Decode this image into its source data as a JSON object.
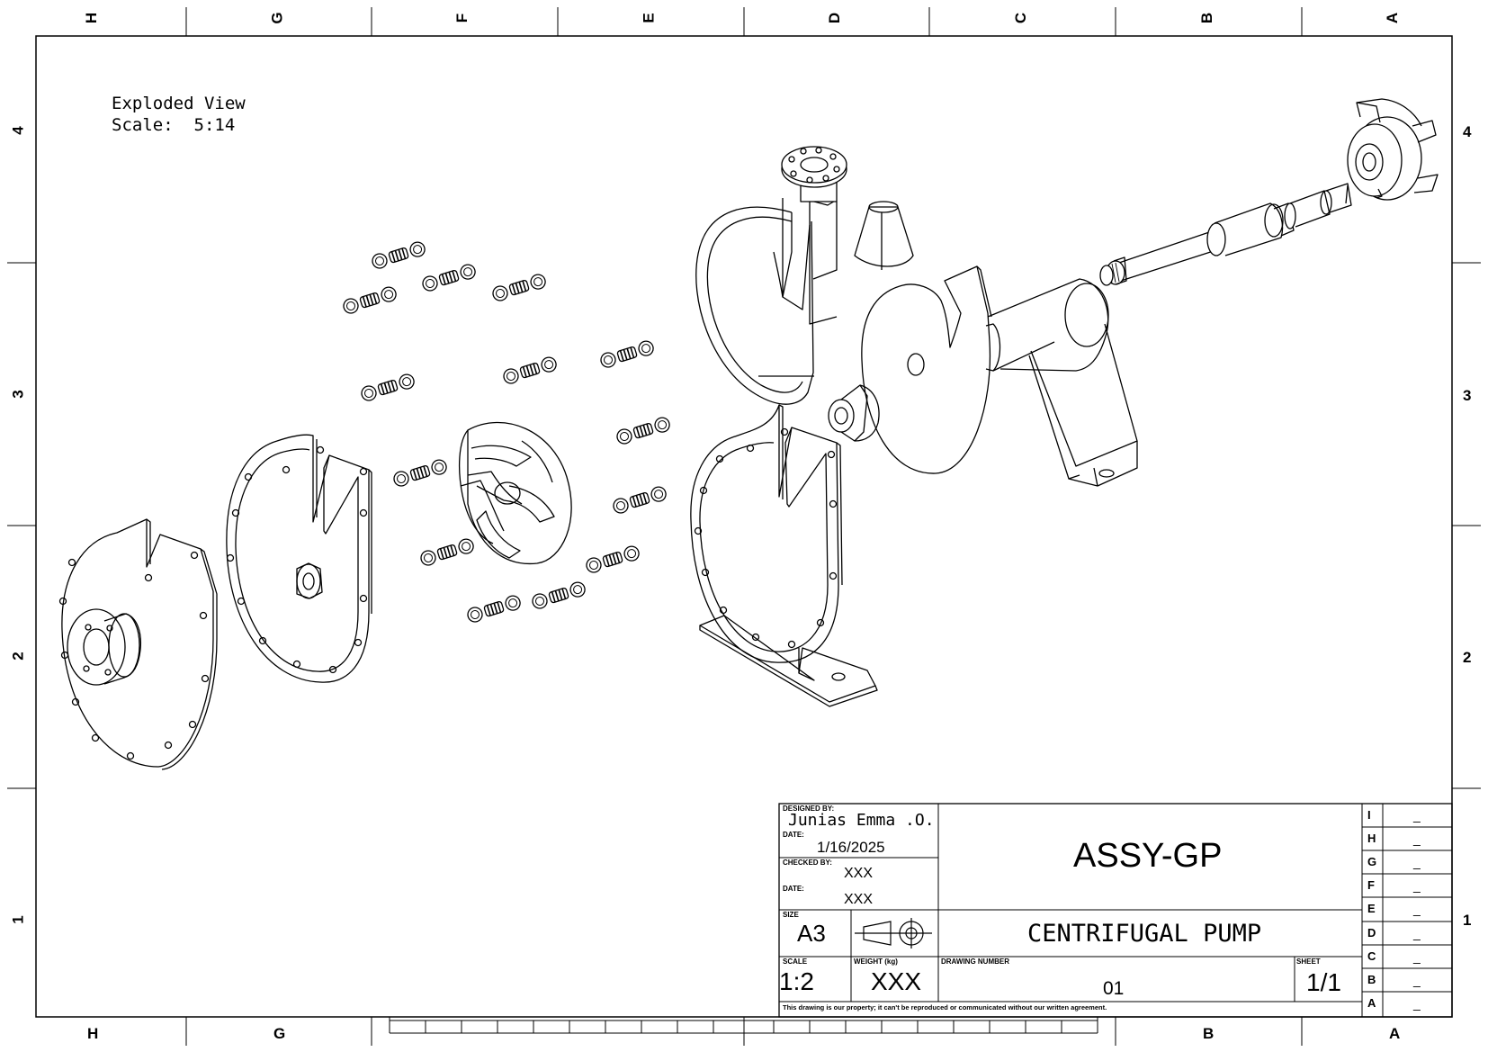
{
  "zones": {
    "columns": [
      "H",
      "G",
      "F",
      "E",
      "D",
      "C",
      "B",
      "A"
    ],
    "rows": [
      "4",
      "3",
      "2",
      "1"
    ],
    "bottom_columns": [
      "H",
      "G",
      "B",
      "A"
    ]
  },
  "view": {
    "title": "Exploded View",
    "scale_label": "Scale:",
    "scale_value": "5:14"
  },
  "title_block": {
    "designed_by_label": "DESIGNED BY:",
    "designed_by": "Junias Emma .O.",
    "date_label": "DATE:",
    "date": "1/16/2025",
    "checked_by_label": "CHECKED BY:",
    "checked_by": "XXX",
    "date2_label": "DATE:",
    "date2": "XXX",
    "size_label": "SIZE",
    "size": "A3",
    "scale_label": "SCALE",
    "scale": "1:2",
    "weight_label": "WEIGHT (kg)",
    "weight": "XXX",
    "drawing_number_label": "DRAWING NUMBER",
    "drawing_number": "01",
    "sheet_label": "SHEET",
    "sheet": "1/1",
    "part_code": "ASSY-GP",
    "part_name": "CENTRIFUGAL PUMP",
    "disclaimer": "This drawing is our property; it can't be reproduced or communicated without our written agreement.",
    "revisions": [
      {
        "letter": "I",
        "value": "_"
      },
      {
        "letter": "H",
        "value": "_"
      },
      {
        "letter": "G",
        "value": "_"
      },
      {
        "letter": "F",
        "value": "_"
      },
      {
        "letter": "E",
        "value": "_"
      },
      {
        "letter": "D",
        "value": "_"
      },
      {
        "letter": "C",
        "value": "_"
      },
      {
        "letter": "B",
        "value": "_"
      },
      {
        "letter": "A",
        "value": "_"
      }
    ]
  }
}
